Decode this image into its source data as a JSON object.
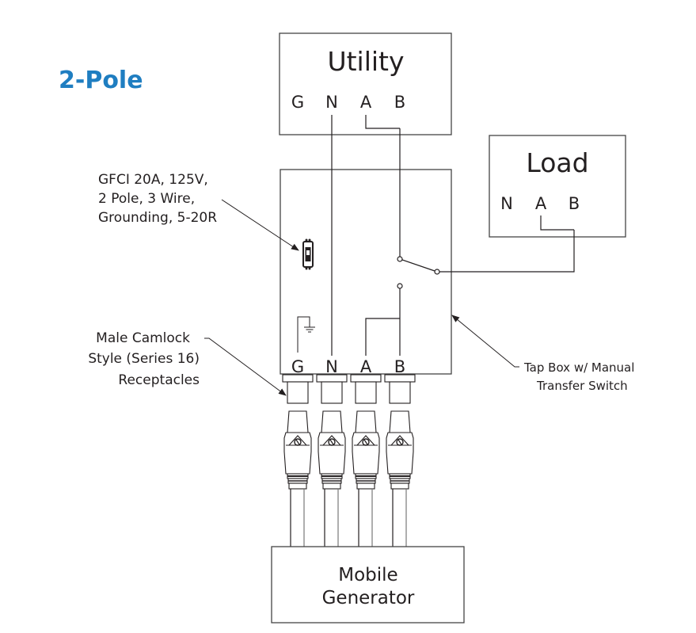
{
  "diagram": {
    "title": "2-Pole",
    "title_color": "#1f7ec1",
    "utility": {
      "label": "Utility",
      "terminals": [
        "G",
        "N",
        "A",
        "B"
      ]
    },
    "load": {
      "label": "Load",
      "terminals": [
        "N",
        "A",
        "B"
      ]
    },
    "tap_box": {
      "terminals": [
        "G",
        "N",
        "A",
        "B"
      ],
      "ground_symbol": "ground-icon",
      "gfci_symbol": "gfci-receptacle-icon"
    },
    "generator": {
      "label_line1": "Mobile",
      "label_line2": "Generator"
    },
    "annotations": {
      "gfci": [
        "GFCI 20A, 125V,",
        "2 Pole, 3 Wire,",
        "Grounding, 5-20R"
      ],
      "camlock": [
        "Male Camlock",
        "Style (Series 16)",
        "Receptacles"
      ],
      "tap_box": [
        "Tap Box w/ Manual",
        "Transfer Switch"
      ]
    },
    "plug_count": 4
  }
}
